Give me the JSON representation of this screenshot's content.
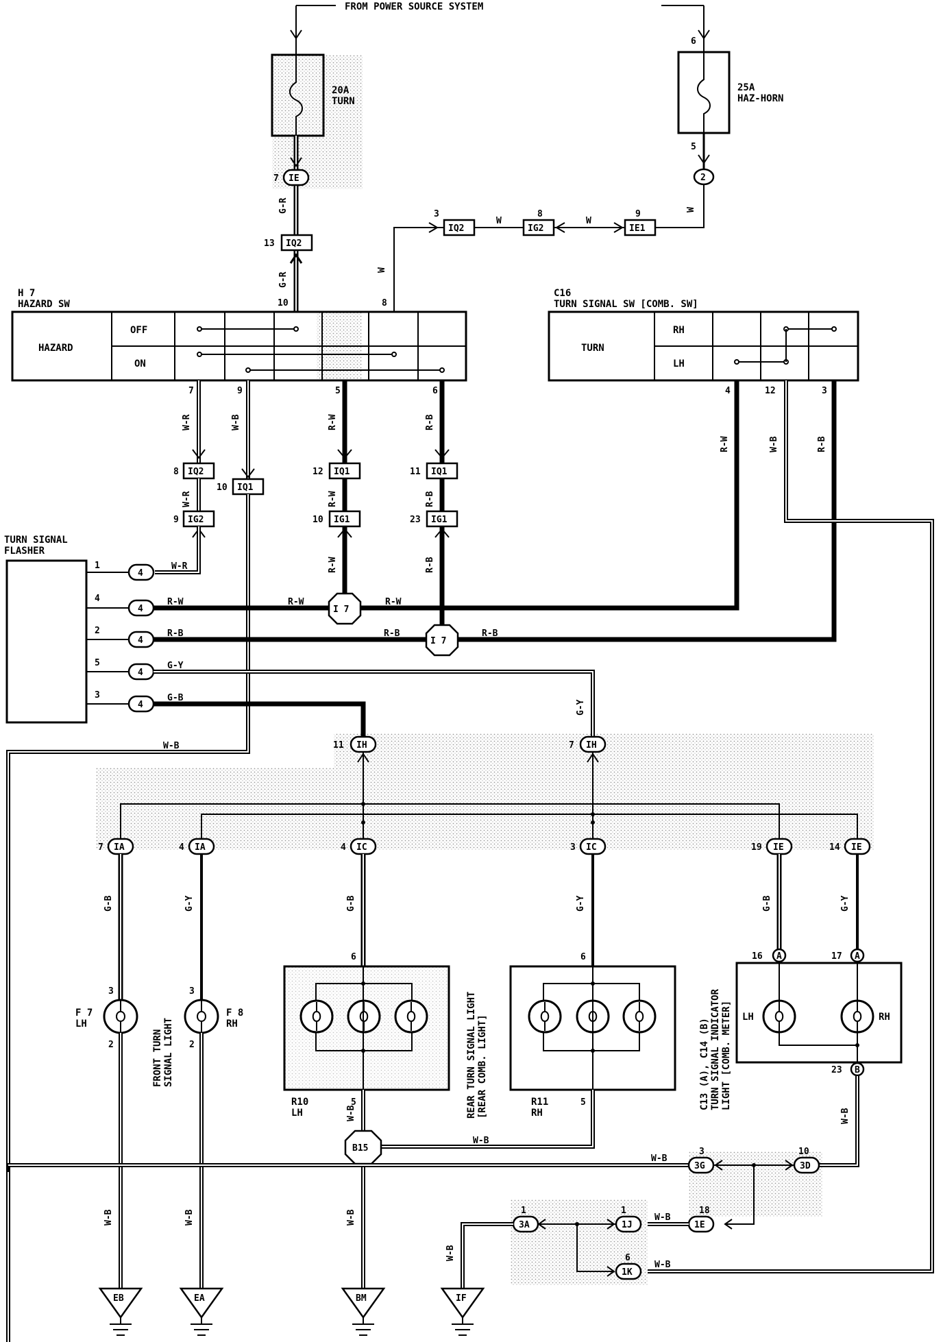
{
  "header": {
    "source_label": "FROM POWER SOURCE SYSTEM"
  },
  "fuses": [
    {
      "id": "turn",
      "rating": "20A",
      "name": "TURN"
    },
    {
      "id": "haz",
      "rating": "25A",
      "name": "HAZ-HORN",
      "pin_in": "6",
      "pin_out": "5"
    }
  ],
  "hazard_sw": {
    "code": "H 7",
    "name": "HAZARD SW",
    "label": "HAZARD",
    "off": "OFF",
    "on": "ON",
    "pins": {
      "p10": "10",
      "p8": "8",
      "p7": "7",
      "p9": "9",
      "p5": "5",
      "p6": "6"
    }
  },
  "turn_sw": {
    "code": "C16",
    "name": "TURN SIGNAL SW [COMB. SW]",
    "label": "TURN",
    "rh": "RH",
    "lh": "LH",
    "pins": {
      "p4": "4",
      "p12": "12",
      "p3": "3"
    }
  },
  "flasher": {
    "name_line1": "TURN SIGNAL",
    "name_line2": "FLASHER",
    "pins": [
      "1",
      "4",
      "2",
      "5",
      "3"
    ],
    "conn": "4"
  },
  "connectors": [
    {
      "id": "c1E_top",
      "pin": "7",
      "label": "IE"
    },
    {
      "id": "c2",
      "label": "2"
    },
    {
      "id": "cIQ2_13",
      "pin": "13",
      "label": "IQ2"
    },
    {
      "id": "cIQ2_3",
      "pin": "3",
      "label": "IQ2"
    },
    {
      "id": "cIG2_8",
      "pin": "8",
      "label": "IG2"
    },
    {
      "id": "cIE1_9",
      "pin": "9",
      "label": "IE1"
    },
    {
      "id": "cIQ2_8",
      "pin": "8",
      "label": "IQ2"
    },
    {
      "id": "cIG2_9",
      "pin": "9",
      "label": "IG2"
    },
    {
      "id": "cIQ1_10",
      "pin": "10",
      "label": "IQ1"
    },
    {
      "id": "cIQ1_12",
      "pin": "12",
      "label": "IQ1"
    },
    {
      "id": "cIG1_10",
      "pin": "10",
      "label": "IG1"
    },
    {
      "id": "cIQ1_11",
      "pin": "11",
      "label": "IQ1"
    },
    {
      "id": "cIG1_23",
      "pin": "23",
      "label": "IG1"
    },
    {
      "id": "cIH_11",
      "pin": "11",
      "label": "IH"
    },
    {
      "id": "cIH_7",
      "pin": "7",
      "label": "IH"
    },
    {
      "id": "cIA_7",
      "pin": "7",
      "label": "IA"
    },
    {
      "id": "cIA_4",
      "pin": "4",
      "label": "IA"
    },
    {
      "id": "cIC_4",
      "pin": "4",
      "label": "IC"
    },
    {
      "id": "cIC_3",
      "pin": "3",
      "label": "IC"
    },
    {
      "id": "cIE_19",
      "pin": "19",
      "label": "IE"
    },
    {
      "id": "cIE_14",
      "pin": "14",
      "label": "IE"
    },
    {
      "id": "c3G",
      "pin": "3",
      "label": "3G"
    },
    {
      "id": "c3D",
      "pin": "10",
      "label": "3D"
    },
    {
      "id": "c1J",
      "pin": "1",
      "label": "1J"
    },
    {
      "id": "c1E_18",
      "pin": "18",
      "label": "1E"
    },
    {
      "id": "c3A",
      "pin": "1",
      "label": "3A"
    },
    {
      "id": "c1K",
      "pin": "6",
      "label": "1K"
    }
  ],
  "junctions": {
    "i7": "I 7",
    "b15": "B15"
  },
  "wires": {
    "gr": "G-R",
    "w": "W",
    "wr": "W-R",
    "wb": "W-B",
    "rw": "R-W",
    "rb": "R-B",
    "gy": "G-Y",
    "gb": "G-B"
  },
  "lamps": {
    "f7": {
      "code": "F 7",
      "side": "LH",
      "pin_top": "3",
      "pin_bot": "2"
    },
    "f8": {
      "code": "F 8",
      "side": "RH",
      "pin_top": "3",
      "pin_bot": "2"
    },
    "front_name_1": "FRONT TURN",
    "front_name_2": "SIGNAL LIGHT",
    "r10": {
      "code": "R10",
      "side": "LH",
      "pin_top": "6",
      "pin_bot": "5"
    },
    "r11": {
      "code": "R11",
      "side": "RH",
      "pin_top": "6",
      "pin_bot": "5"
    },
    "rear_name_1": "REAR TURN SIGNAL LIGHT",
    "rear_name_2": "[REAR COMB. LIGHT]"
  },
  "indicator": {
    "conn": "C13 (A), C14 (B)",
    "name_1": "TURN SIGNAL INDICATOR",
    "name_2": "LIGHT [COMB. METER]",
    "lh": "LH",
    "rh": "RH",
    "pin16": "16",
    "pin17": "17",
    "pin23": "23",
    "tagA": "A",
    "tagB": "B"
  },
  "grounds": [
    "EB",
    "EA",
    "BM",
    "IF"
  ]
}
